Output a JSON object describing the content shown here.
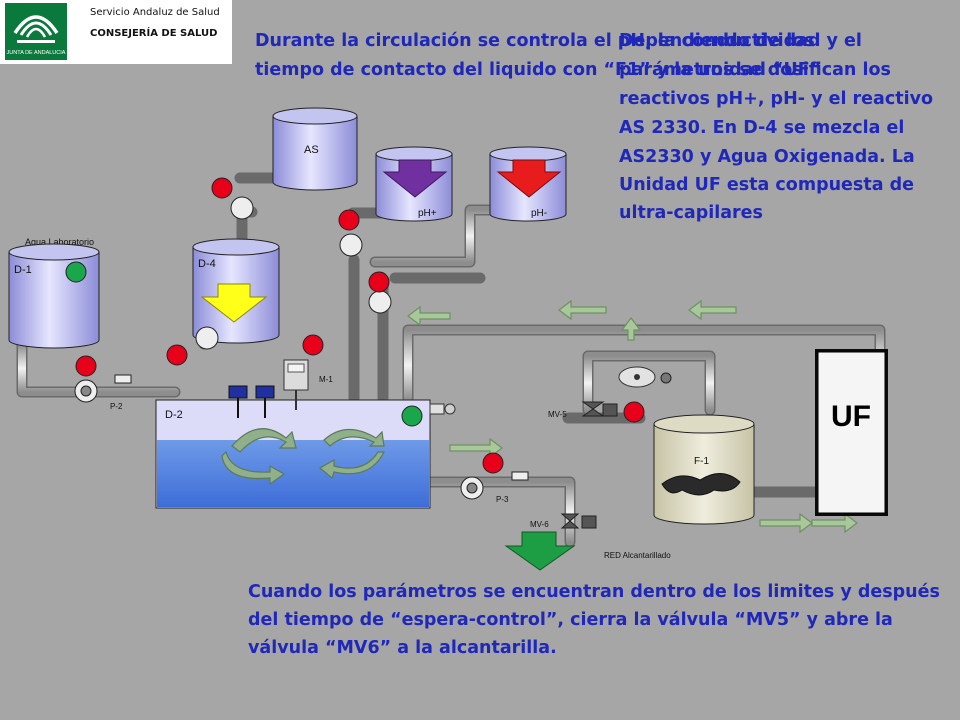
{
  "header": {
    "org_line1": "Servicio Andaluz de Salud",
    "org_line2": "CONSEJERÍA DE SALUD",
    "logo_caption": "JUNTA DE ANDALUCIA"
  },
  "texts": {
    "left_block": [
      "Durante la circulación se controla el pH, la conductividad y el",
      "tiempo de contacto del liquido con “F1” y la unidad “UF”"
    ],
    "right_block": [
      "Dependiendo de los",
      "parámetros se dosifican los",
      "reactivos pH+, pH- y el reactivo",
      "AS 2330. En D-4 se mezcla el",
      "AS2330 y Agua Oxigenada. La",
      "Unidad UF esta compuesta de",
      "ultra-capilares"
    ],
    "bottom_block": [
      "Cuando los parámetros se encuentran dentro de los limites y después",
      "del tiempo de “espera-control”, cierra la válvula “MV5” y abre la",
      "válvula “MV6” a la alcantarilla."
    ]
  },
  "diagram": {
    "tanks": {
      "as": "AS",
      "ph_plus": "pH+",
      "ph_minus": "pH-",
      "d1_caption": "Agua Laboratorio",
      "d1": "D-1",
      "d4": "D-4",
      "d2": "D-2",
      "f1": "F-1",
      "uf": "UF"
    },
    "labels": {
      "p2": "P-2",
      "p3": "P-3",
      "m1": "M-1",
      "mv5": "MV-5",
      "mv6": "MV-6",
      "sewer": "RED Alcantarillado"
    },
    "status_colors": {
      "active": "#e8001a",
      "ok": "#1aa64b"
    }
  }
}
